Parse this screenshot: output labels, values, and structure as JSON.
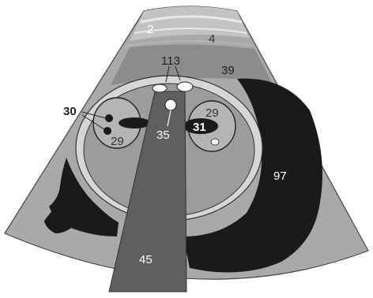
{
  "diagram": {
    "labels": {
      "layer_2": "2",
      "layer_4": "4",
      "region_39": "39",
      "echo_113": "113",
      "nodule_30": "30",
      "region_29_left": "29",
      "region_29_right": "29",
      "center_35": "35",
      "ellipse_31": "31",
      "region_97": "97",
      "shadow_45": "45"
    },
    "colors": {
      "background": "#ffffff",
      "sector_base": "#a9a9a9",
      "skin_layer": "#c3c3c3",
      "dark_gray": "#5f5f5f",
      "near_black": "#1a1a1a",
      "inner_gray": "#9c9c9c",
      "light_ring": "#d6d6d6",
      "white": "#ffffff",
      "outline": "#333333"
    }
  }
}
